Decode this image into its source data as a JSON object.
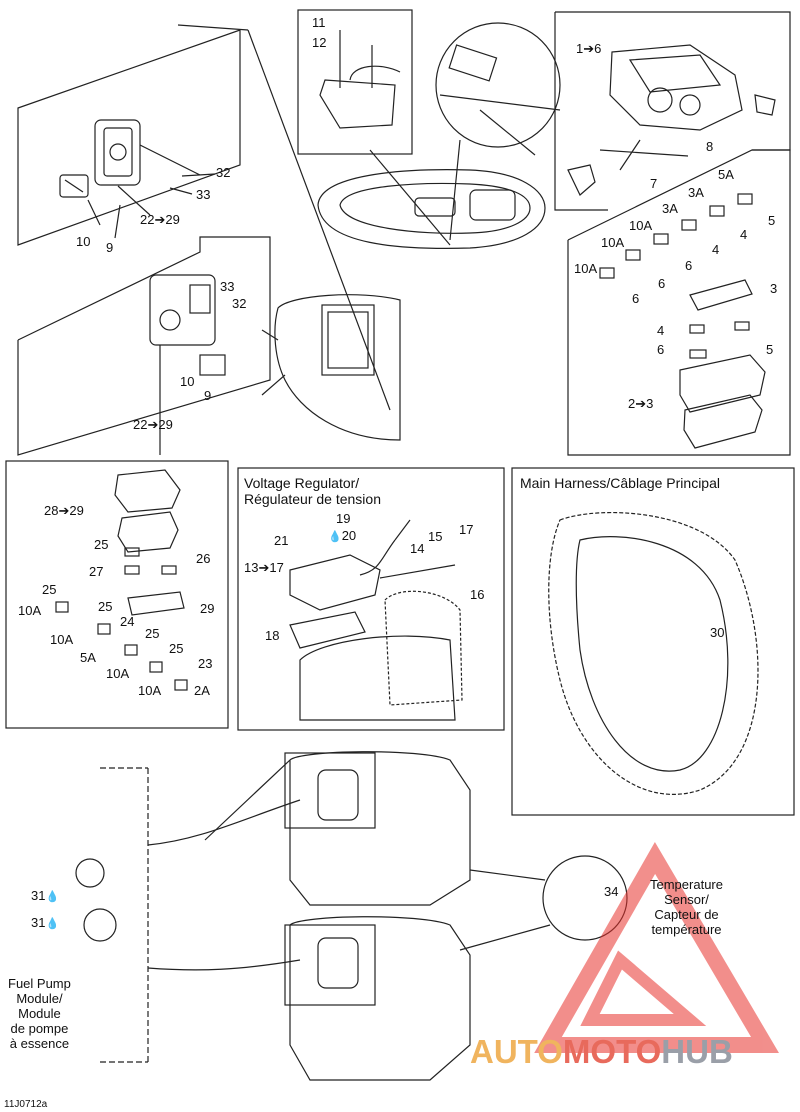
{
  "panels": {
    "voltage_regulator_title": "Voltage Regulator/\nRégulateur de tension",
    "main_harness_title": "Main Harness/Câblage Principal"
  },
  "callouts": {
    "tl_32": "32",
    "tl_33": "33",
    "tl_22_29": "22➔29",
    "tl_10": "10",
    "tl_9": "9",
    "tc_11": "11",
    "tc_12": "12",
    "tr_1_6": "1➔6",
    "tr_8": "8",
    "tr_7": "7",
    "fuse_5a": "5A",
    "fuse_3a_1": "3A",
    "fuse_3a_2": "3A",
    "fuse_10a_1": "10A",
    "fuse_10a_2": "10A",
    "fuse_10a_3": "10A",
    "fuse_n5_1": "5",
    "fuse_n4_1": "4",
    "fuse_n4_2": "4",
    "fuse_n6_1": "6",
    "fuse_n6_2": "6",
    "fuse_n6_3": "6",
    "tr_3": "3",
    "tr_4": "4",
    "tr_5": "5",
    "tr_6": "6",
    "tr_2_3": "2➔3",
    "ml_33": "33",
    "ml_32": "32",
    "ml_10": "10",
    "ml_9": "9",
    "ml_22_29": "22➔29",
    "fl_28_29": "28➔29",
    "fl_25a": "25",
    "fl_26": "26",
    "fl_27": "27",
    "fl_29": "29",
    "fl_25b": "25",
    "fl_10a_1": "10A",
    "fl_25c": "25",
    "fl_10a_2": "10A",
    "fl_24": "24",
    "fl_5a": "5A",
    "fl_25d": "25",
    "fl_10a_3": "10A",
    "fl_25e": "25",
    "fl_10a_4": "10A",
    "fl_23": "23",
    "fl_2a": "2A",
    "vr_19": "19",
    "vr_20": "20",
    "vr_21": "21",
    "vr_15": "15",
    "vr_14": "14",
    "vr_17": "17",
    "vr_13_17": "13➔17",
    "vr_16": "16",
    "vr_18": "18",
    "mh_30": "30",
    "bt_31a": "31",
    "bt_31b": "31",
    "bt_34": "34"
  },
  "annotations": {
    "temperature_sensor": "Temperature\nSensor/\nCapteur de\ntempérature",
    "fuel_pump_module": "Fuel Pump\nModule/\nModule\nde pompe\nà essence"
  },
  "figure_id": "11J0712a",
  "watermark": {
    "part1": "AUTO",
    "part2": "MOTO",
    "part3": "HUB",
    "color_auto": "#f0b45e",
    "color_moto": "#e86a5c",
    "color_hub": "#9a9fa8",
    "triangle_color": "#e8332e"
  }
}
